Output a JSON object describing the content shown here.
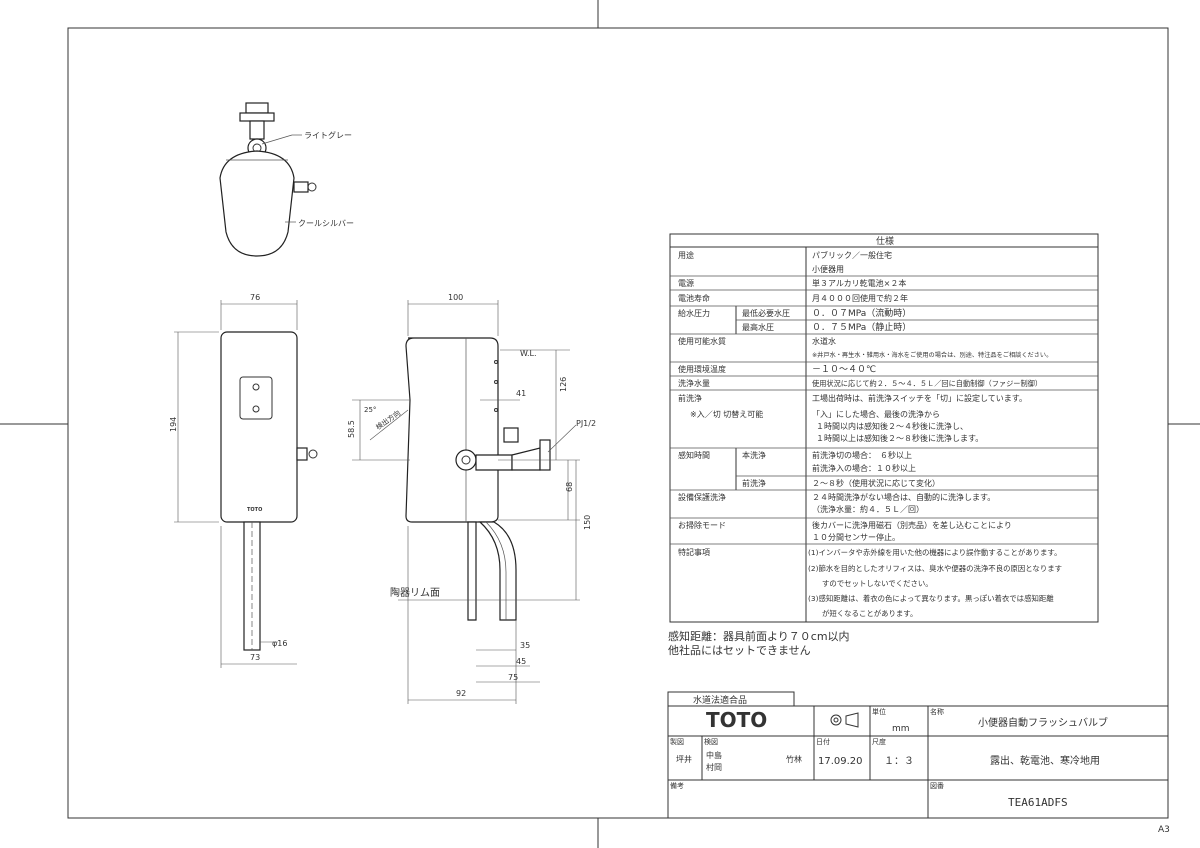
{
  "sheet": {
    "size": "A3"
  },
  "drawing": {
    "top_callouts": [
      "ライトグレー",
      "クールシルバー"
    ],
    "front_dims": {
      "width": "76",
      "height": "194",
      "pipe_dia": "φ16",
      "bottom": "73"
    },
    "side_dims": {
      "width": "100",
      "wl": "W.L.",
      "d126": "126",
      "d41": "41",
      "angle": "25°",
      "sensor_dir": "検出方向",
      "d58": "58.5",
      "pj": "PJ1/2",
      "d68": "68",
      "d150": "150",
      "rim": "陶器リム面",
      "d35": "35",
      "d45": "45",
      "d75": "75",
      "d92": "92"
    },
    "brand_small": "TOTO"
  },
  "spec": {
    "title": "仕様",
    "rows": [
      {
        "label": "用途",
        "sub": "",
        "values": [
          "パブリック／一般住宅",
          "小便器用"
        ]
      },
      {
        "label": "電源",
        "sub": "",
        "values": [
          "単３アルカリ乾電池×２本"
        ]
      },
      {
        "label": "電池寿命",
        "sub": "",
        "values": [
          "月４０００回使用で約２年"
        ]
      },
      {
        "label": "給水圧力",
        "sub": "最低必要水圧",
        "values": [
          "０．０７MPa（流動時）"
        ]
      },
      {
        "label": "",
        "sub": "最高水圧",
        "values": [
          "０．７５MPa（静止時）"
        ]
      },
      {
        "label": "使用可能水質",
        "sub": "",
        "values": [
          "水道水",
          "※井戸水・再生水・雑用水・海水をご使用の場合は、別途、特注品をご相談ください。"
        ]
      },
      {
        "label": "使用環境温度",
        "sub": "",
        "values": [
          "－１０～４０℃"
        ]
      },
      {
        "label": "洗浄水量",
        "sub": "",
        "values": [
          "使用状況に応じて約２．５～４．５Ｌ／回に自動制御（ファジー制御）"
        ]
      },
      {
        "label": "前洗浄",
        "sub": "",
        "values": [
          "工場出荷時は、前洗浄スイッチを「切」に設定しています。",
          "「入」にした場合、最後の洗浄から",
          "１時間以内は感知後２～４秒後に洗浄し、",
          "１時間以上は感知後２～８秒後に洗浄します。"
        ]
      },
      {
        "label": "※入／切 切替え可能",
        "sub": "",
        "values": []
      },
      {
        "label": "感知時間",
        "sub": "本洗浄",
        "values": [
          "前洗浄切の場合：　６秒以上",
          "前洗浄入の場合：１０秒以上"
        ]
      },
      {
        "label": "",
        "sub": "前洗浄",
        "values": [
          "２～８秒（使用状況に応じて変化）"
        ]
      },
      {
        "label": "設備保護洗浄",
        "sub": "",
        "values": [
          "２４時間洗浄がない場合は、自動的に洗浄します。",
          "（洗浄水量：約４．５Ｌ／回）"
        ]
      },
      {
        "label": "お掃除モード",
        "sub": "",
        "values": [
          "後カバーに洗浄用磁石（別売品）を差し込むことにより",
          "１０分間センサー停止。"
        ]
      },
      {
        "label": "特記事項",
        "sub": "",
        "values": [
          "(1)インバータや赤外線を用いた他の機器により誤作動することがあります。",
          "(2)節水を目的としたオリフィスは、臭水や便器の洗浄不良の原因となります",
          "すのでセットしないでください。",
          "(3)感知距離は、着衣の色によって異なります。黒っぽい着衣では感知距離",
          "が短くなることがあります。"
        ]
      }
    ]
  },
  "notes": [
    "感知距離：器具前面より７０cm以内",
    "他社品にはセットできません"
  ],
  "title_block": {
    "cert": "水道法適合品",
    "logo": "TOTO",
    "unit_label": "単位",
    "unit": "mm",
    "name_label": "名称",
    "name": "小便器自動フラッシュバルブ",
    "drawn_label": "製図",
    "drawn": "坪井",
    "checked_label": "検図",
    "checked": "中島",
    "checked2": "村岡",
    "approved": "竹林",
    "date_label": "日付",
    "date": "17.09.20",
    "scale_label": "尺度",
    "scale": "１：３",
    "desc": "露出、乾電池、寒冷地用",
    "remarks_label": "備考",
    "drawing_label": "図番",
    "model": "TEA61ADFS"
  }
}
